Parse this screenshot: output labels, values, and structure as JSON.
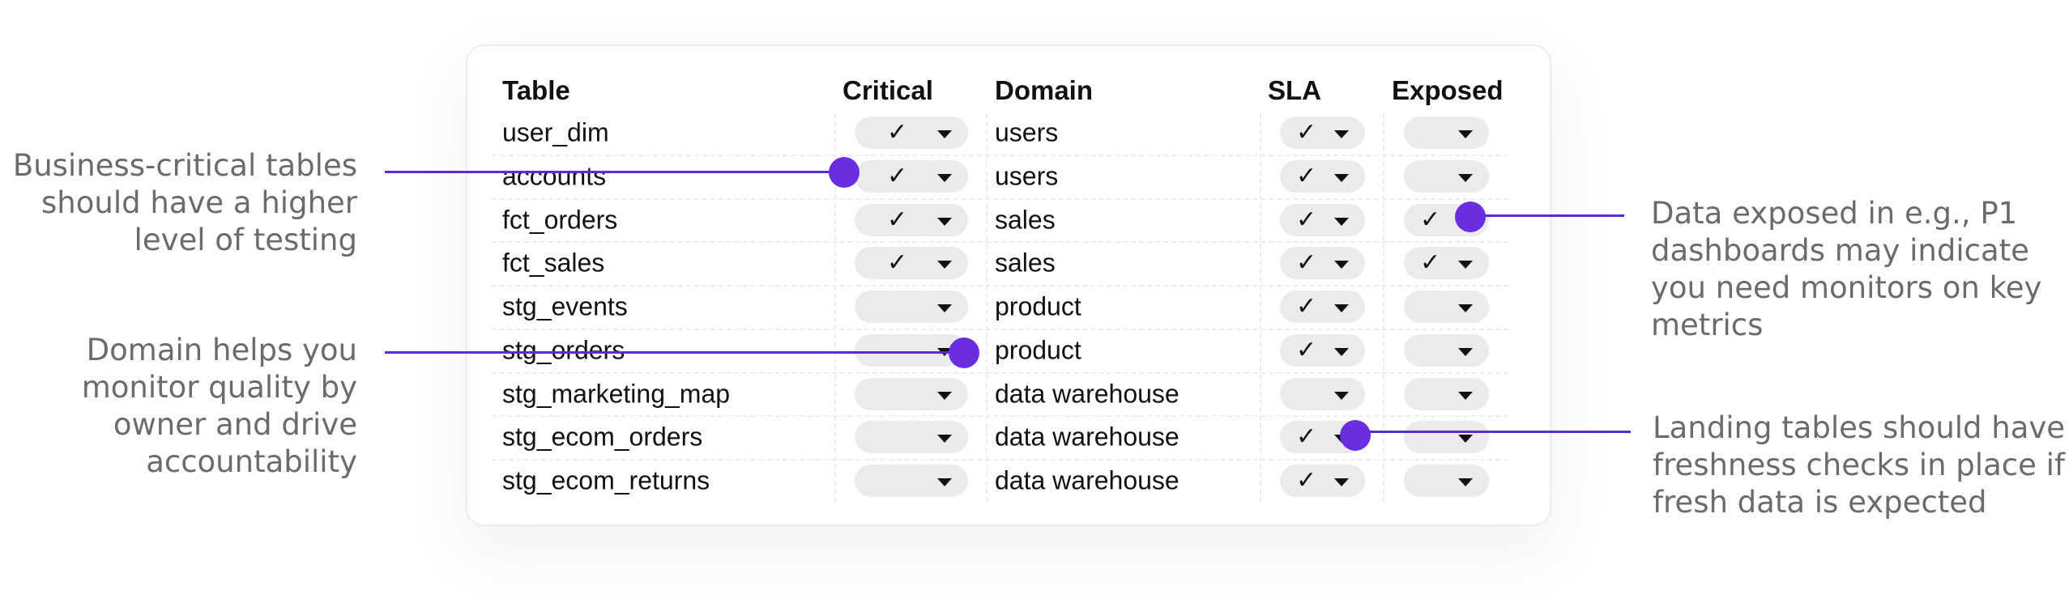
{
  "table": {
    "headers": {
      "table": "Table",
      "critical": "Critical",
      "domain": "Domain",
      "sla": "SLA",
      "exposed": "Exposed"
    },
    "check_symbol": "✓",
    "rows": [
      {
        "table": "user_dim",
        "critical": true,
        "domain": "users",
        "sla": true,
        "exposed": false
      },
      {
        "table": "accounts",
        "critical": true,
        "domain": "users",
        "sla": true,
        "exposed": false
      },
      {
        "table": "fct_orders",
        "critical": true,
        "domain": "sales",
        "sla": true,
        "exposed": true
      },
      {
        "table": "fct_sales",
        "critical": true,
        "domain": "sales",
        "sla": true,
        "exposed": true
      },
      {
        "table": "stg_events",
        "critical": false,
        "domain": "product",
        "sla": true,
        "exposed": false
      },
      {
        "table": "stg_orders",
        "critical": false,
        "domain": "product",
        "sla": true,
        "exposed": false
      },
      {
        "table": "stg_marketing_map",
        "critical": false,
        "domain": "data warehouse",
        "sla": false,
        "exposed": false
      },
      {
        "table": "stg_ecom_orders",
        "critical": false,
        "domain": "data warehouse",
        "sla": true,
        "exposed": false
      },
      {
        "table": "stg_ecom_returns",
        "critical": false,
        "domain": "data warehouse",
        "sla": true,
        "exposed": false
      }
    ]
  },
  "callouts": {
    "critical": [
      "Business-critical tables",
      "should have a higher",
      "level of testing"
    ],
    "domain": [
      "Domain helps you",
      "monitor quality by",
      "owner and drive",
      "accountability"
    ],
    "exposed": [
      "Data exposed in e.g., P1",
      "dashboards may indicate",
      "you need monitors on key",
      "metrics"
    ],
    "sla": [
      "Landing tables should have",
      "freshness checks in place if",
      "fresh data is expected"
    ]
  },
  "colors": {
    "accent": "#6a2ee0",
    "pill": "#ebebee",
    "callout_text": "#6b6b6b"
  }
}
